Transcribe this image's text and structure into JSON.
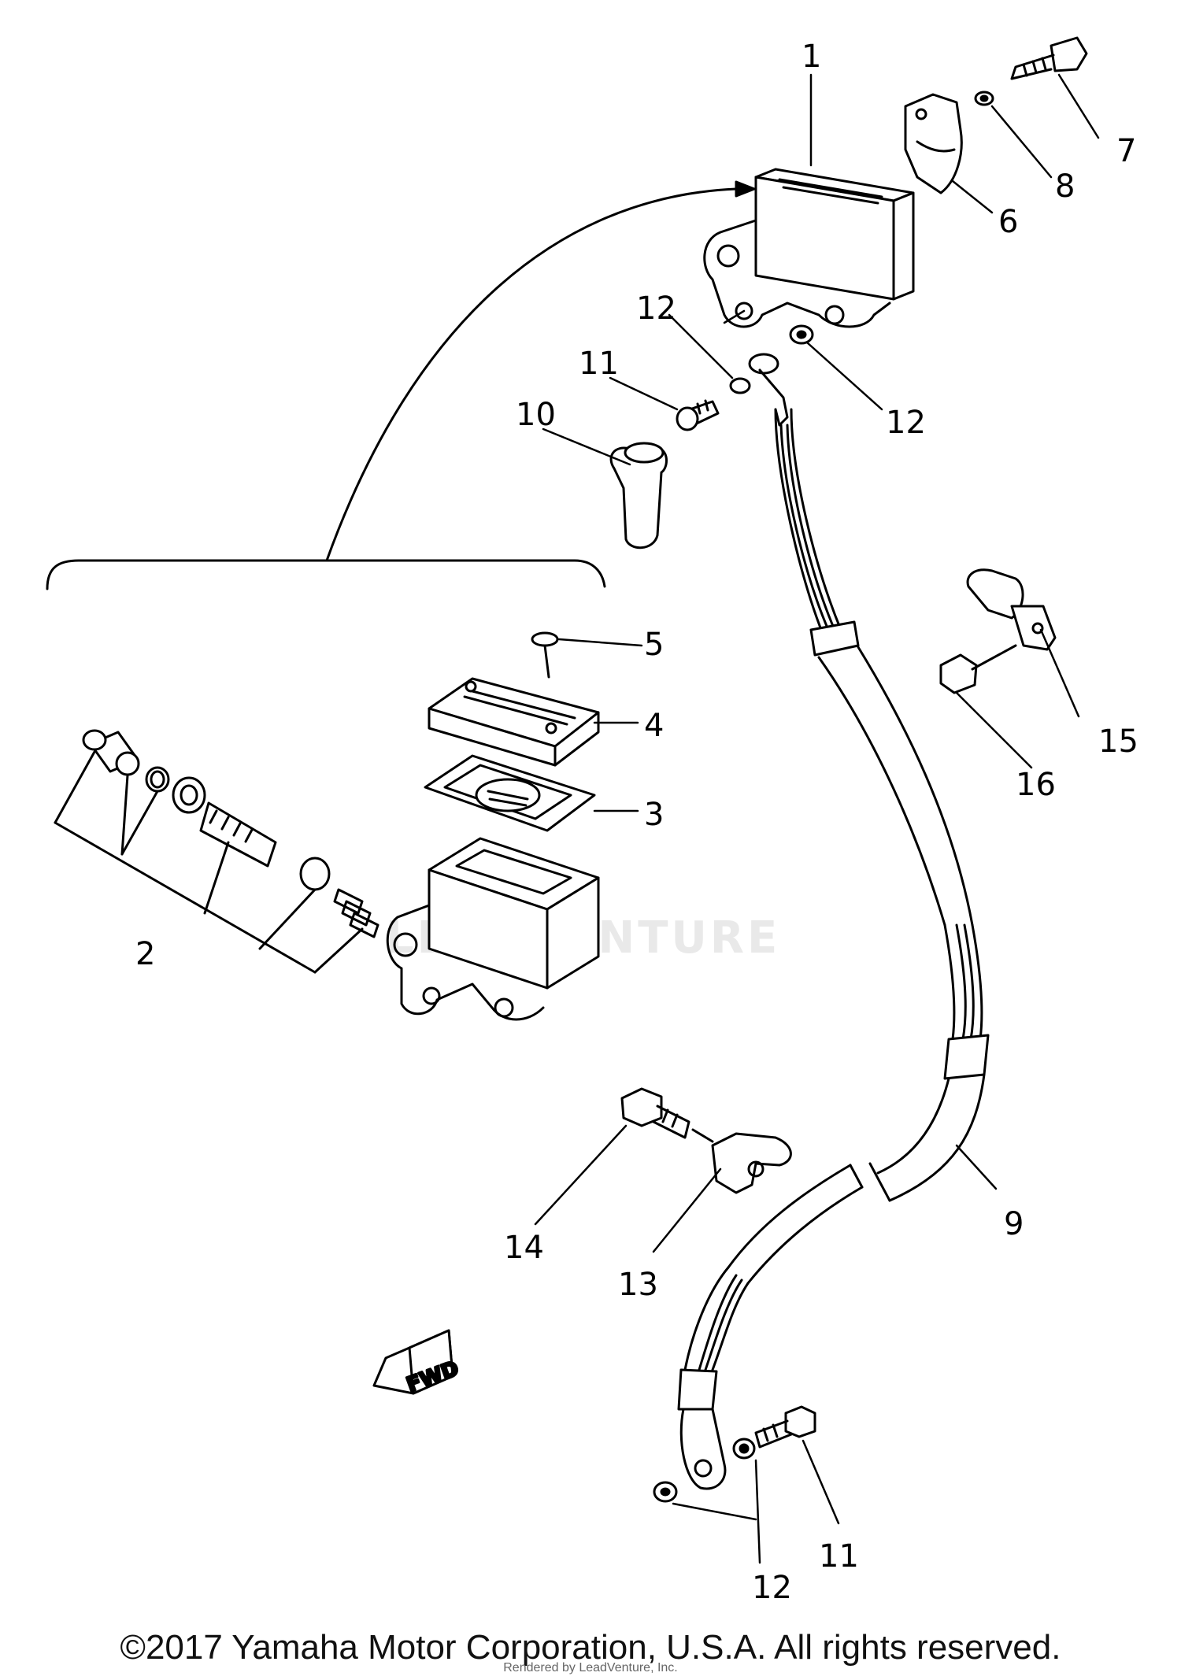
{
  "callouts": {
    "c1": "1",
    "c2": "2",
    "c3": "3",
    "c4": "4",
    "c5": "5",
    "c6": "6",
    "c7": "7",
    "c8": "8",
    "c9": "9",
    "c10": "10",
    "c11a": "11",
    "c11b": "11",
    "c12a": "12",
    "c12b": "12",
    "c12c": "12",
    "c13": "13",
    "c14": "14",
    "c15": "15",
    "c16": "16"
  },
  "fwd_label": "FWD",
  "watermark": "LEADVENTURE",
  "footer": {
    "copyright": "©2017 Yamaha Motor Corporation, U.S.A. All rights reserved.",
    "rendered_by": "Rendered by LeadVenture, Inc."
  }
}
